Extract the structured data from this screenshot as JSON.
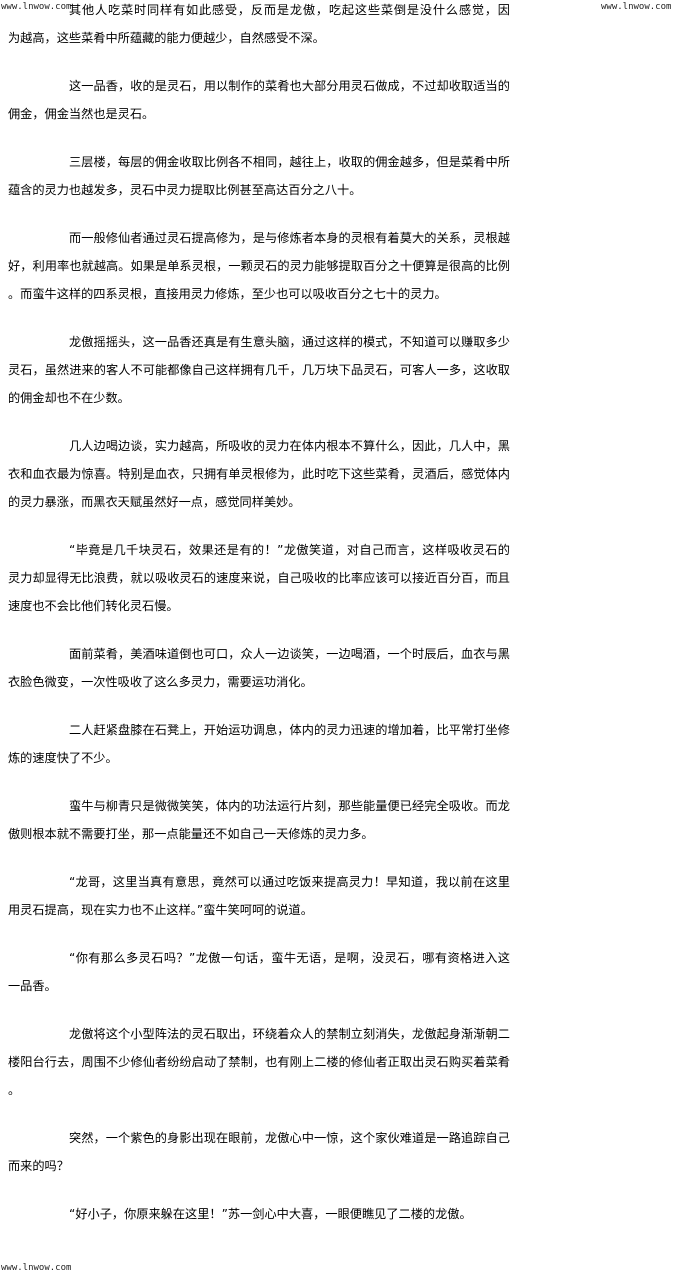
{
  "watermark": "www.lnwow.com",
  "paragraphs": [
    {
      "lines": [
        "其他人吃菜时同样有如此感受，反而是龙傲，吃起这些菜倒是没什么感觉，因",
        "为越高，这些菜肴中所蕴藏的能力便越少，自然感受不深。"
      ]
    },
    {
      "lines": [
        "这一品香，收的是灵石，用以制作的菜肴也大部分用灵石做成，不过却收取适当的",
        "佣金，佣金当然也是灵石。"
      ]
    },
    {
      "lines": [
        "三层楼，每层的佣金收取比例各不相同，越往上，收取的佣金越多，但是菜肴中所",
        "蕴含的灵力也越发多，灵石中灵力提取比例甚至高达百分之八十。"
      ]
    },
    {
      "lines": [
        "而一般修仙者通过灵石提高修为，是与修炼者本身的灵根有着莫大的关系，灵根越",
        "好，利用率也就越高。如果是单系灵根，一颗灵石的灵力能够提取百分之十便算是很高的比例",
        "。而蛮牛这样的四系灵根，直接用灵力修炼，至少也可以吸收百分之七十的灵力。"
      ]
    },
    {
      "lines": [
        "龙傲摇摇头，这一品香还真是有生意头脑，通过这样的模式，不知道可以赚取多少",
        "灵石，虽然进来的客人不可能都像自己这样拥有几千，几万块下品灵石，可客人一多，这收取",
        "的佣金却也不在少数。"
      ]
    },
    {
      "lines": [
        "几人边喝边谈，实力越高，所吸收的灵力在体内根本不算什么，因此，几人中，黑",
        "衣和血衣最为惊喜。特别是血衣，只拥有单灵根修为，此时吃下这些菜肴，灵酒后，感觉体内",
        "的灵力暴涨，而黑衣天赋虽然好一点，感觉同样美妙。"
      ]
    },
    {
      "lines": [
        "“毕竟是几千块灵石，效果还是有的！”龙傲笑道，对自己而言，这样吸收灵石的",
        "灵力却显得无比浪费，就以吸收灵石的速度来说，自己吸收的比率应该可以接近百分百，而且",
        "速度也不会比他们转化灵石慢。"
      ]
    },
    {
      "lines": [
        "面前菜肴，美酒味道倒也可口，众人一边谈笑，一边喝酒，一个时辰后，血衣与黑",
        "衣脸色微变，一次性吸收了这么多灵力，需要运功消化。"
      ]
    },
    {
      "lines": [
        "二人赶紧盘膝在石凳上，开始运功调息，体内的灵力迅速的增加着，比平常打坐修",
        "炼的速度快了不少。"
      ]
    },
    {
      "lines": [
        "蛮牛与柳青只是微微笑笑，体内的功法运行片刻，那些能量便已经完全吸收。而龙",
        "傲则根本就不需要打坐，那一点能量还不如自己一天修炼的灵力多。"
      ]
    },
    {
      "lines": [
        "“龙哥，这里当真有意思，竟然可以通过吃饭来提高灵力！早知道，我以前在这里",
        "用灵石提高，现在实力也不止这样。”蛮牛笑呵呵的说道。"
      ]
    },
    {
      "lines": [
        "“你有那么多灵石吗？”龙傲一句话，蛮牛无语，是啊，没灵石，哪有资格进入这",
        "一品香。"
      ]
    },
    {
      "lines": [
        "龙傲将这个小型阵法的灵石取出，环绕着众人的禁制立刻消失，龙傲起身渐渐朝二",
        "楼阳台行去，周围不少修仙者纷纷启动了禁制，也有刚上二楼的修仙者正取出灵石购买着菜肴",
        "。"
      ]
    },
    {
      "lines": [
        "突然，一个紫色的身影出现在眼前，龙傲心中一惊，这个家伙难道是一路追踪自己",
        "而来的吗？"
      ]
    },
    {
      "lines": [
        "“好小子，你原来躲在这里！”苏一剑心中大喜，一眼便瞧见了二楼的龙傲。"
      ]
    }
  ]
}
